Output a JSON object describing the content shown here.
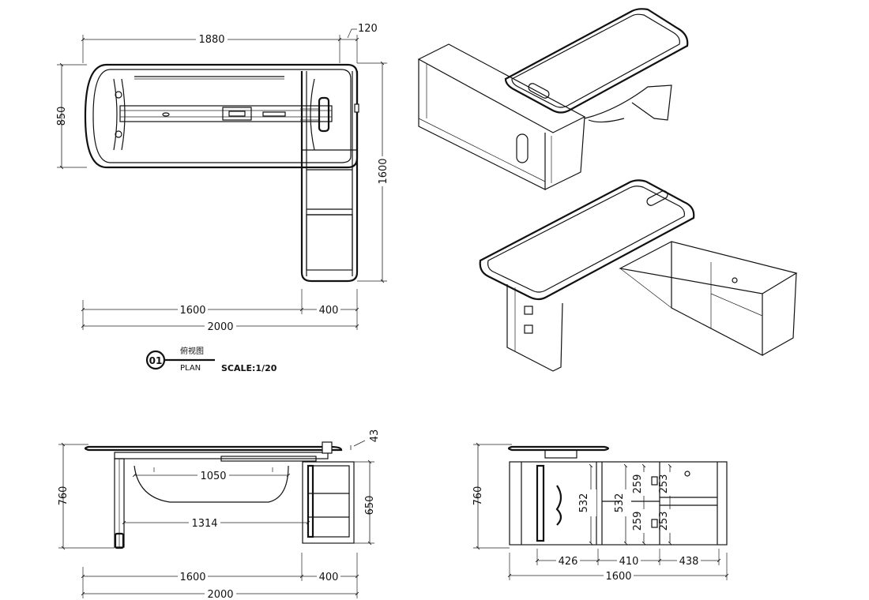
{
  "plan": {
    "dims": {
      "top_width": "1880",
      "overhang": "120",
      "depth": "850",
      "return_length": "1600",
      "main_length": "1600",
      "return_width": "400",
      "overall_length": "2000"
    },
    "title": {
      "number": "01",
      "cn": "俯视图",
      "en": "PLAN",
      "scale": "SCALE:1/20"
    }
  },
  "front_elevation": {
    "dims": {
      "thickness": "43",
      "height": "760",
      "inner_width": "1050",
      "leg_span": "1314",
      "cabinet_height": "650",
      "main_length": "1600",
      "return_width": "400",
      "overall_length": "2000"
    }
  },
  "side_elevation": {
    "dims": {
      "height": "760",
      "inner_height_left": "532",
      "inner_height_mid": "532",
      "shelf_top": "259",
      "shelf_bottom": "259",
      "drawer_top": "253",
      "drawer_bottom": "253",
      "bay_1": "426",
      "bay_2": "410",
      "bay_3": "438",
      "overall": "1600"
    }
  }
}
